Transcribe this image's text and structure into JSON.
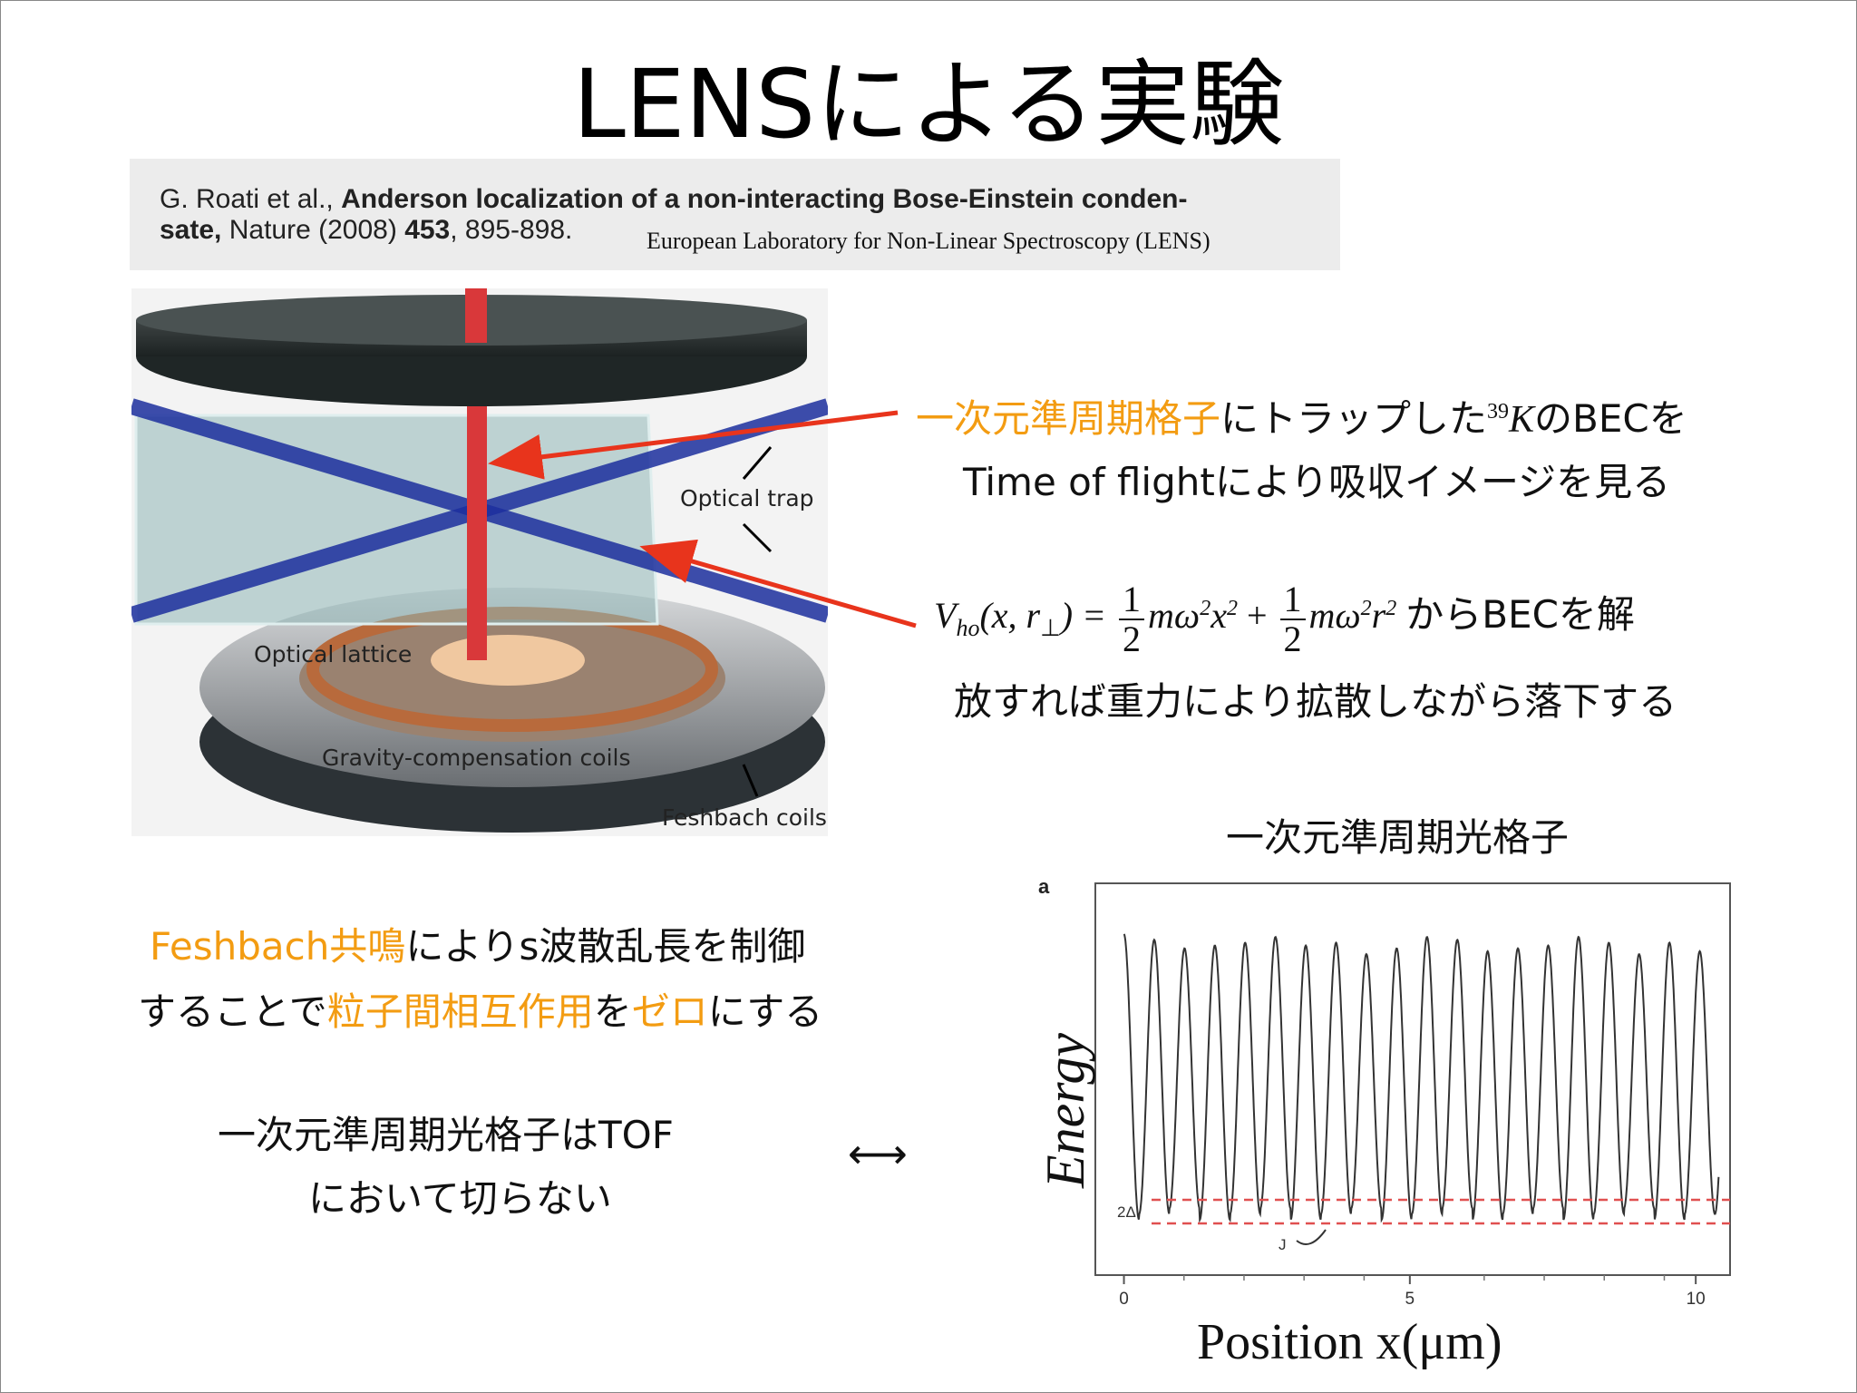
{
  "slide": {
    "title": "LENSによる実験",
    "reference": {
      "authors": "G. Roati et al.,",
      "article_title_l1": "Anderson localization of a non-interacting Bose-Einstein conden-",
      "article_title_l2": "sate,",
      "journal": "Nature (2008)",
      "volume": "453",
      "pages": ", 895-898.",
      "lab": "European Laboratory for Non-Linear Spectroscopy (LENS)"
    },
    "figure_labels": {
      "optical_trap": "Optical trap",
      "optical_lattice": "Optical lattice",
      "gravity_coils": "Gravity-compensation coils",
      "feshbach_coils": "Feshbach coils"
    },
    "note1": {
      "orange_part": "一次元準周期格子",
      "line1_rest": "にトラップした",
      "isotope_mass": "39",
      "isotope_symbol": "K",
      "line1_end": "のBECを",
      "line2": "Time of flightにより吸収イメージを見る"
    },
    "note2": {
      "formula_lhs": "V",
      "formula_sub": "ho",
      "formula_args": "(x, r",
      "formula_args_close": ") =",
      "frac_num": "1",
      "frac_den": "2",
      "term1": "mω",
      "term1_sup": "2",
      "term1_x": "x",
      "term1_xsup": "2",
      "plus": "+",
      "term2": "mω",
      "term2_sup": "2",
      "term2_r": "r",
      "term2_rsup": "2",
      "perp": "⊥",
      "line1_end": "からBECを解",
      "line2": "放すれば重力により拡散しながら落下する"
    },
    "note3": {
      "orange1": "Feshbach共鳴",
      "line1_rest": "によりs波散乱長を制御",
      "line2_start": "することで",
      "orange2": "粒子間相互作用",
      "line2_mid": "を",
      "orange3": "ゼロ",
      "line2_end": "にする"
    },
    "note4": {
      "line1": "一次元準周期光格子はTOF",
      "line2": "において切らない",
      "arrow": "⟷"
    },
    "lattice_plot": {
      "heading": "一次元準周期光格子",
      "panel_label": "a",
      "ylabel": "Energy",
      "xlabel": "Position x(μm)",
      "gap_label": "2Δ",
      "hop_label": "J",
      "tick_labels": [
        "0",
        "5",
        "10"
      ]
    },
    "colors": {
      "accent": "#f39c12",
      "arrow_red": "#e8341c",
      "dashed_red": "#e05050",
      "beam_blue": "#1d2f9e"
    }
  },
  "chart_data": {
    "type": "line",
    "title": "一次元準周期光格子",
    "xlabel": "Position x(μm)",
    "ylabel": "Energy",
    "xlim": [
      -0.5,
      10.6
    ],
    "x_ticks": [
      0,
      5,
      10
    ],
    "series": [
      {
        "period_um": 0.53,
        "x_start": 0,
        "x_end": 10.4,
        "peak_heights_relative": [
          1.0,
          0.98,
          0.95,
          0.96,
          0.97,
          0.99,
          0.96,
          0.97,
          0.93,
          0.95,
          0.99,
          0.98,
          0.94,
          0.95,
          0.96,
          0.99,
          0.97,
          0.93,
          0.97,
          0.94
        ],
        "minima_band_relative": [
          0.0,
          0.04
        ]
      }
    ],
    "annotations": [
      "2Δ",
      "J"
    ]
  }
}
